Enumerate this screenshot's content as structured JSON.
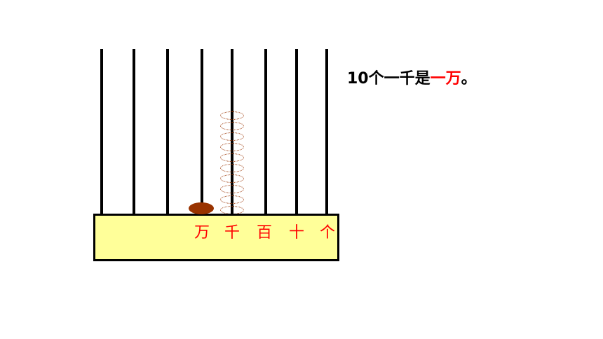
{
  "abacus": {
    "place_labels": [
      "万",
      "千",
      "百",
      "十",
      "个"
    ],
    "beads_on_wan_rod": 1,
    "ghost_beads_on_qian_rod": 10,
    "bead_color": "#993300",
    "base_color": "#ffff99"
  },
  "statement": {
    "prefix": "10个一千是",
    "highlight": "一万",
    "suffix": "。",
    "highlight_color": "#ff0000"
  }
}
